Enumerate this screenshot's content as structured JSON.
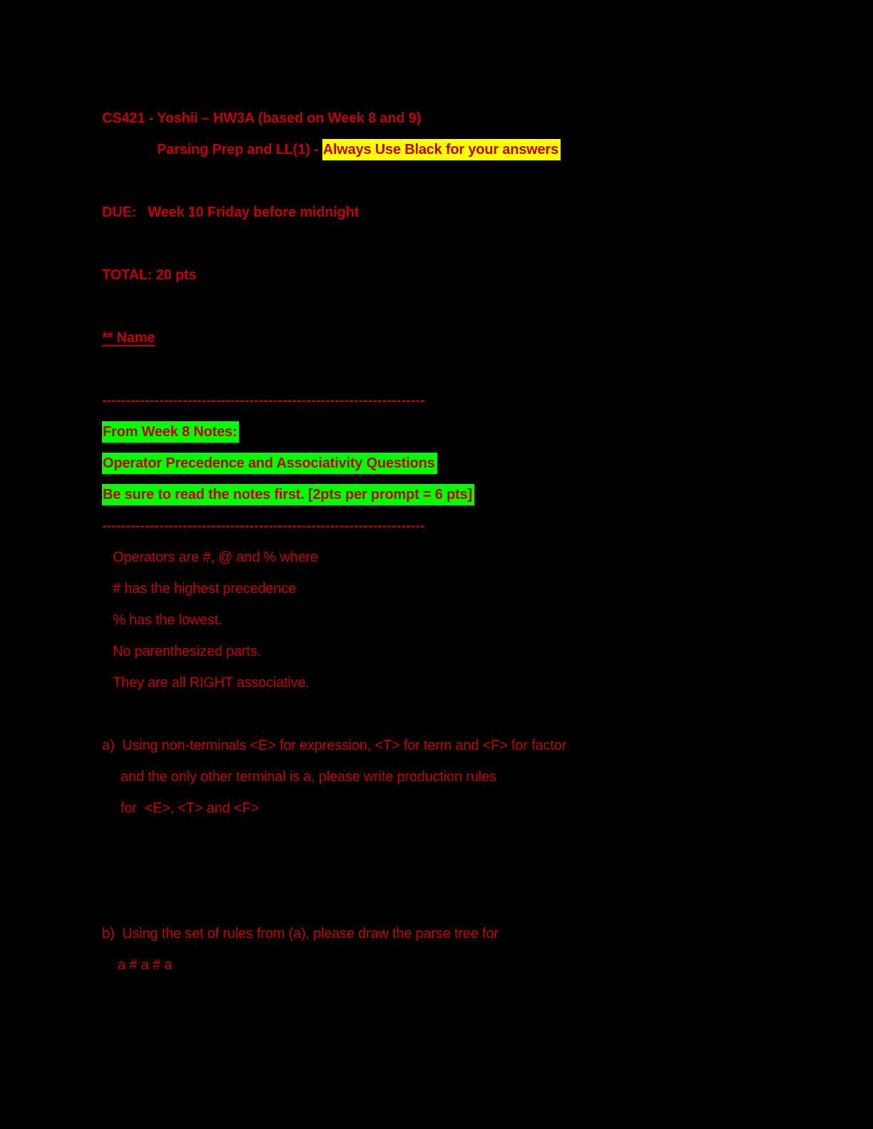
{
  "colors": {
    "background": "#000000",
    "text": "#C00000",
    "highlight_yellow": "#FFFF00",
    "highlight_green": "#00FF00"
  },
  "header": {
    "title": "CS421 - Yoshii – HW3A (based on Week 8 and 9)",
    "subtitle_prefix": "Parsing Prep and LL(1) - ",
    "subtitle_highlight": "Always Use Black for your answers",
    "due_line": "DUE:   Week 10 Friday before midnight",
    "total_line": "TOTAL: 20 pts",
    "name_label": "** Name"
  },
  "divider": {
    "dashes": "--------------------------------------------------------------------"
  },
  "notes_block": {
    "line1": "From Week 8 Notes:",
    "line2": "Operator Precedence and Associativity Questions",
    "line3": "Be sure to read the notes first. [2pts per prompt = 6 pts]"
  },
  "operator_rules": {
    "line1": "Operators are #, @ and % where",
    "line2": "# has the highest precedence",
    "line3": "% has the lowest.",
    "line4": "No parenthesized parts.",
    "line5": "They are all RIGHT associative."
  },
  "question_a": {
    "line1": "a)  Using non-terminals <E> for expression, <T> for term and <F> for factor",
    "line2": "and the only other terminal is a, please write production rules",
    "line3": "for  <E>, <T> and <F>"
  },
  "question_b": {
    "line1": "b)  Using the set of rules from (a), please draw the parse tree for",
    "line2": "a # a # a"
  }
}
